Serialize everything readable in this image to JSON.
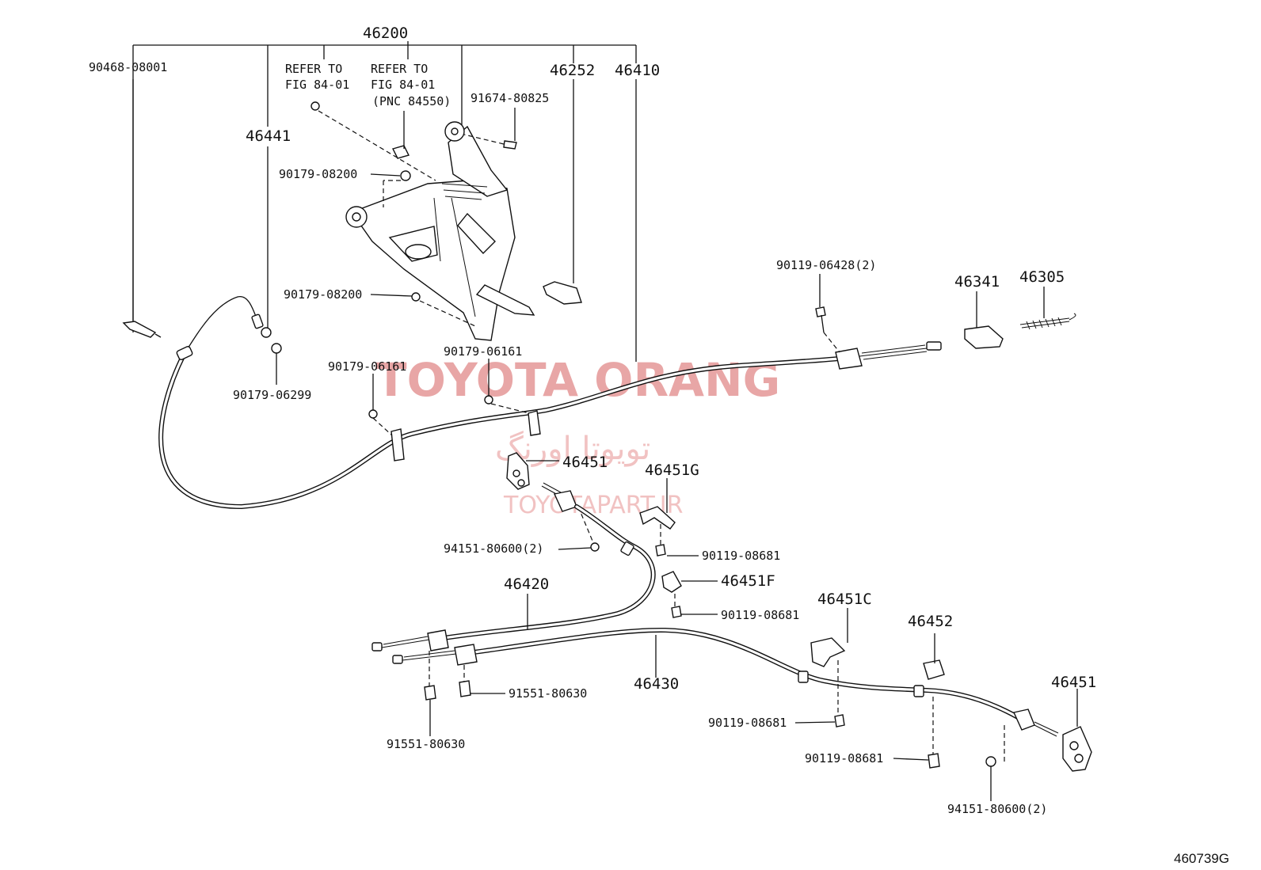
{
  "diagram": {
    "figure_code": "460739G",
    "watermark": {
      "brand": "TOYOTA ORANG",
      "brand_fa": "تویوتا اورنگ",
      "site": "TOYOTAPART.IR"
    },
    "refer_notes": {
      "left_line1": "REFER TO",
      "left_line2": "FIG 84-01",
      "right_line1": "REFER TO",
      "right_line2": "FIG 84-01",
      "right_line3": "(PNC 84550)"
    },
    "labels": {
      "assy_46200": "46200",
      "p_90468_08001": "90468-08001",
      "p_46441": "46441",
      "p_46252": "46252",
      "p_46410": "46410",
      "p_91674_80825": "91674-80825",
      "p_90179_08200_a": "90179-08200",
      "p_90179_08200_b": "90179-08200",
      "p_90179_06299": "90179-06299",
      "p_90179_06161_a": "90179-06161",
      "p_90179_06161_b": "90179-06161",
      "p_90119_06428": "90119-06428(2)",
      "p_46341": "46341",
      "p_46305": "46305",
      "p_46451_a": "46451",
      "p_46451g": "46451G",
      "p_94151_80600_a": "94151-80600(2)",
      "p_90119_08681_a": "90119-08681",
      "p_46451f": "46451F",
      "p_46420": "46420",
      "p_90119_08681_b": "90119-08681",
      "p_46451c": "46451C",
      "p_46452": "46452",
      "p_46430": "46430",
      "p_91551_80630_a": "91551-80630",
      "p_91551_80630_b": "91551-80630",
      "p_90119_08681_c": "90119-08681",
      "p_90119_08681_d": "90119-08681",
      "p_46451_b": "46451",
      "p_94151_80600_b": "94151-80600(2)"
    }
  }
}
